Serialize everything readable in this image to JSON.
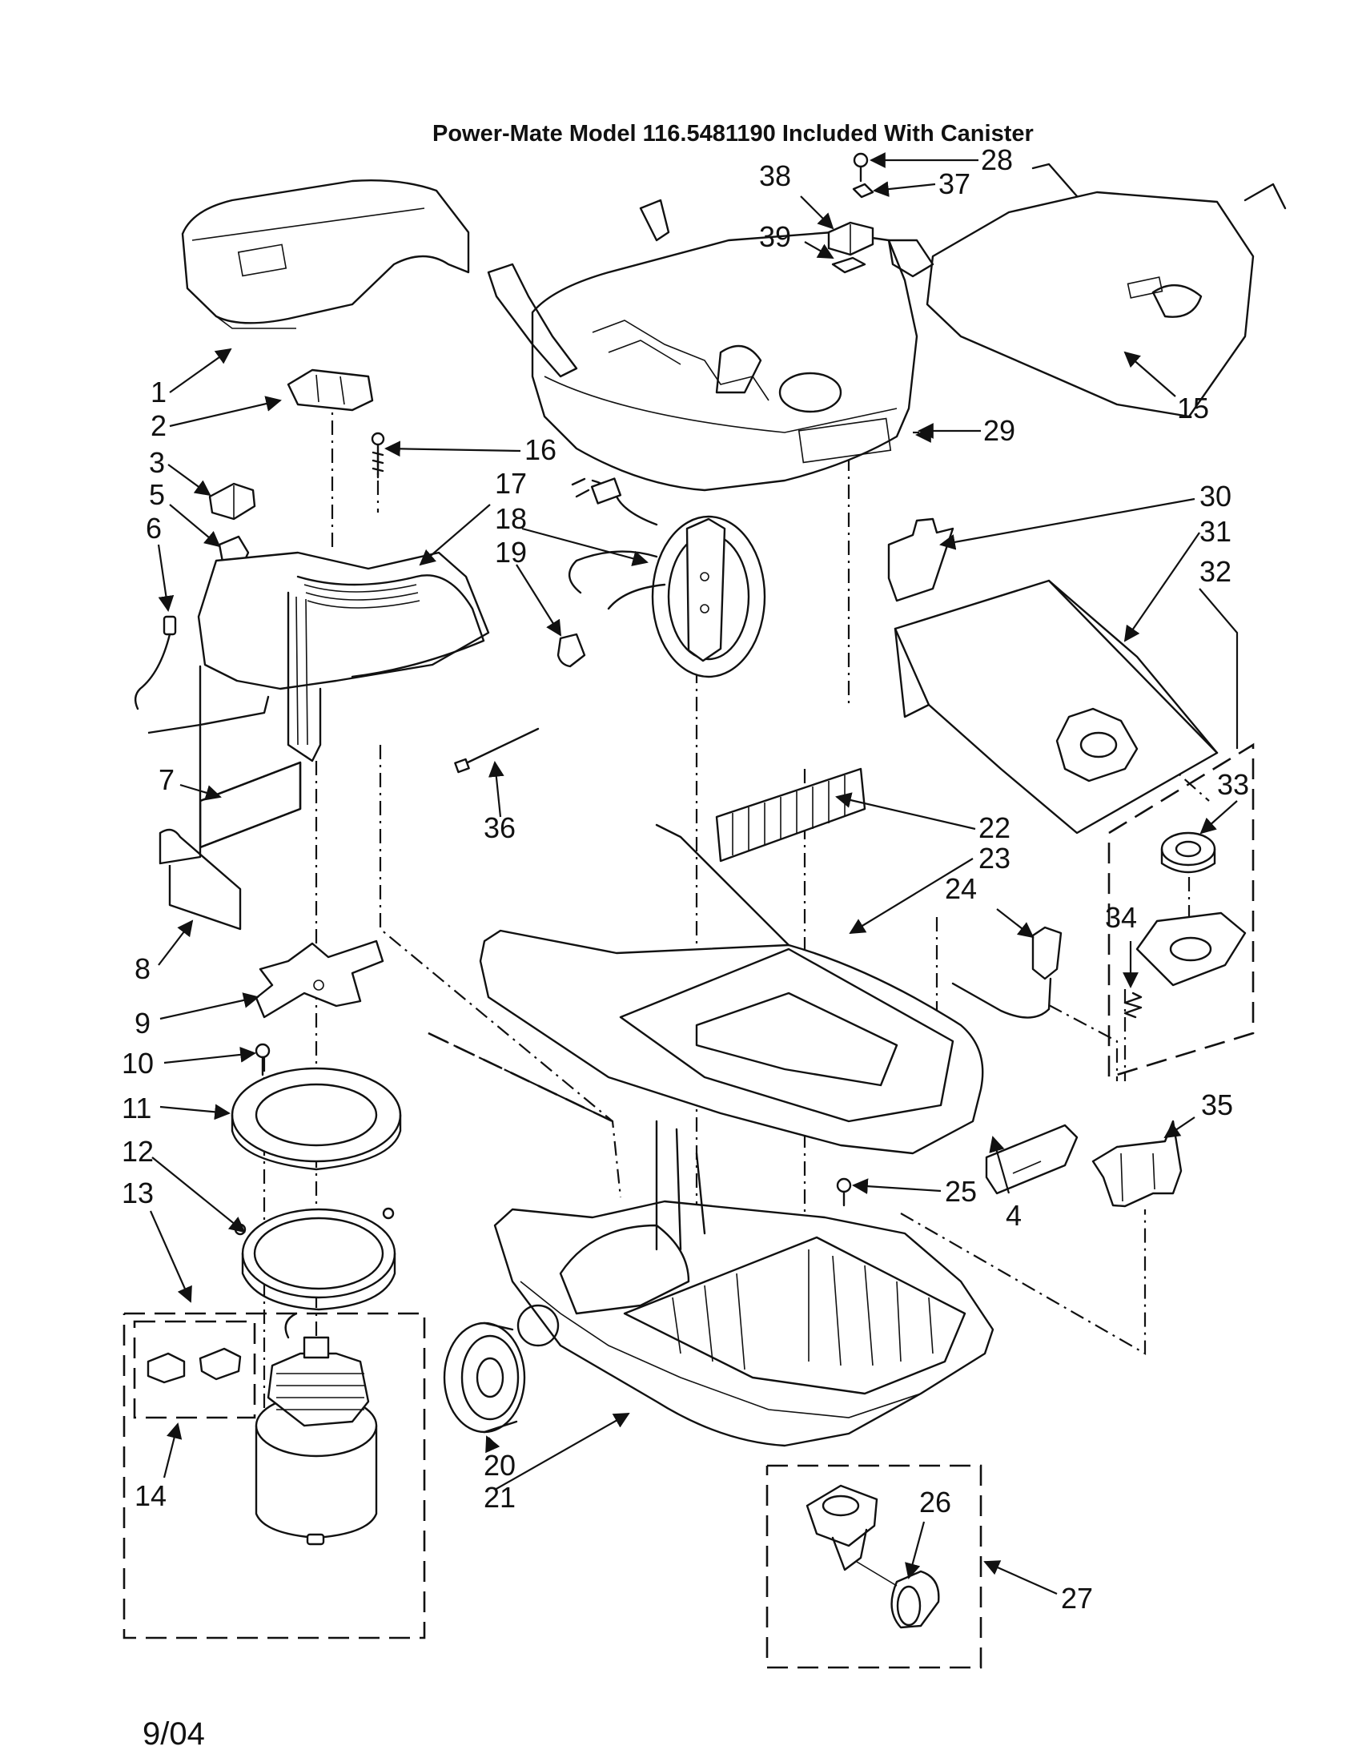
{
  "title": "Power-Mate Model 116.5481190  Included With Canister",
  "date": "9/04",
  "part_numbers": [
    "1",
    "2",
    "3",
    "4",
    "5",
    "6",
    "7",
    "8",
    "9",
    "10",
    "11",
    "12",
    "13",
    "14",
    "15",
    "16",
    "17",
    "18",
    "19",
    "20",
    "21",
    "22",
    "23",
    "24",
    "25",
    "26",
    "27",
    "28",
    "29",
    "30",
    "31",
    "32",
    "33",
    "34",
    "35",
    "36",
    "37",
    "38",
    "39"
  ]
}
